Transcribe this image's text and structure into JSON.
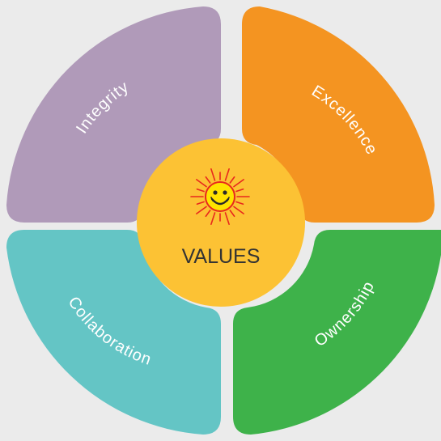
{
  "center": {
    "label": "VALUES",
    "icon": "smiley-sun-icon",
    "color": "#fcc234"
  },
  "segments": [
    {
      "label": "Integrity",
      "color": "#b09ab9"
    },
    {
      "label": "Excellence",
      "color": "#f49421"
    },
    {
      "label": "Ownership",
      "color": "#3eb24a"
    },
    {
      "label": "Collaboration",
      "color": "#64c5c5"
    }
  ],
  "colors": {
    "background": "#ebebeb",
    "sun": "#ffe300",
    "sun_outline": "#e8281d"
  }
}
